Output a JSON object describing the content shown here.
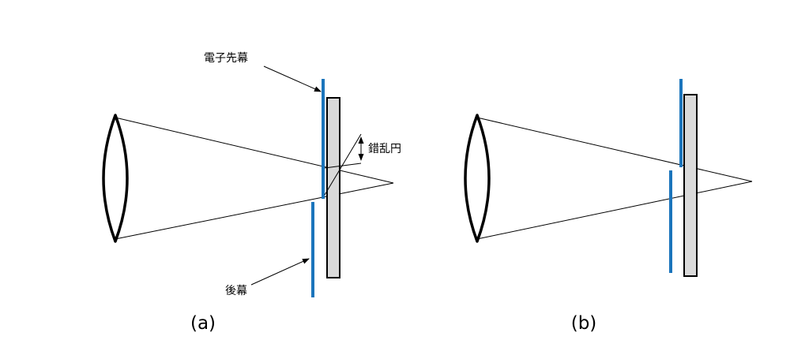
{
  "diagram": {
    "type": "optical-shutter-focus-diagram",
    "colors": {
      "curtain_blue": "#1b75bc",
      "sensor_gray": "#d9d9d9",
      "line_black": "#000000",
      "background": "#ffffff"
    },
    "panel_a": {
      "caption": "(a)",
      "front_curtain_label": "電子先幕",
      "circle_of_confusion_label": "錯乱円",
      "rear_curtain_label": "後幕"
    },
    "panel_b": {
      "caption": "(b)"
    }
  }
}
